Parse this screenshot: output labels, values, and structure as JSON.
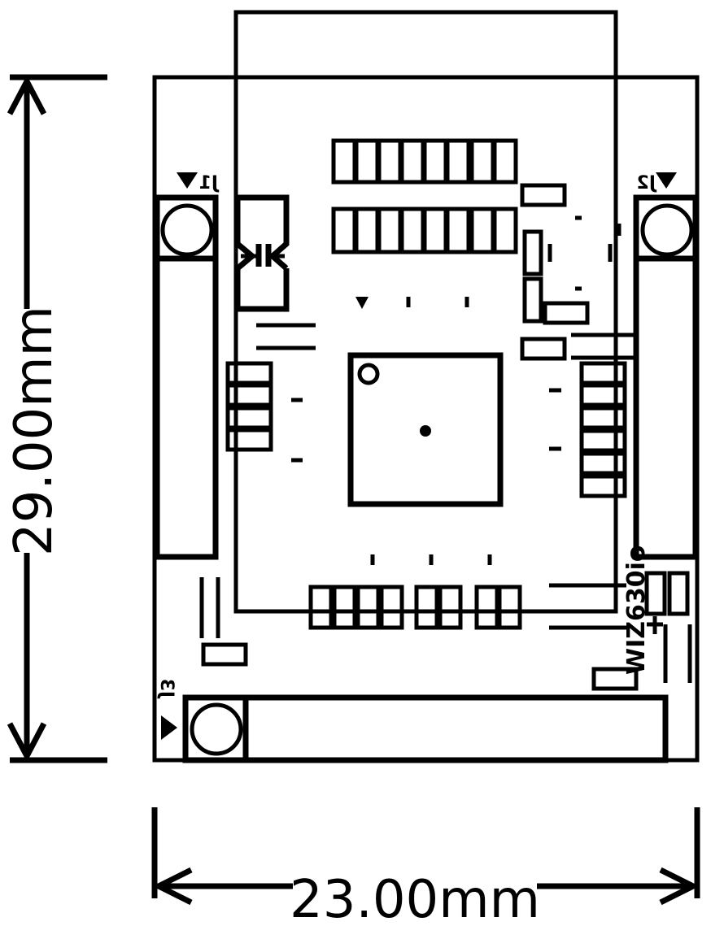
{
  "dimensions": {
    "height_label": "29.00mm",
    "width_label": "23.00mm"
  },
  "connectors": {
    "j1": "J1",
    "j2": "J2",
    "j3": "J3"
  },
  "silkscreen": {
    "product_name": "WIZ630io"
  },
  "colors": {
    "ink": "#000000",
    "background": "#ffffff"
  }
}
